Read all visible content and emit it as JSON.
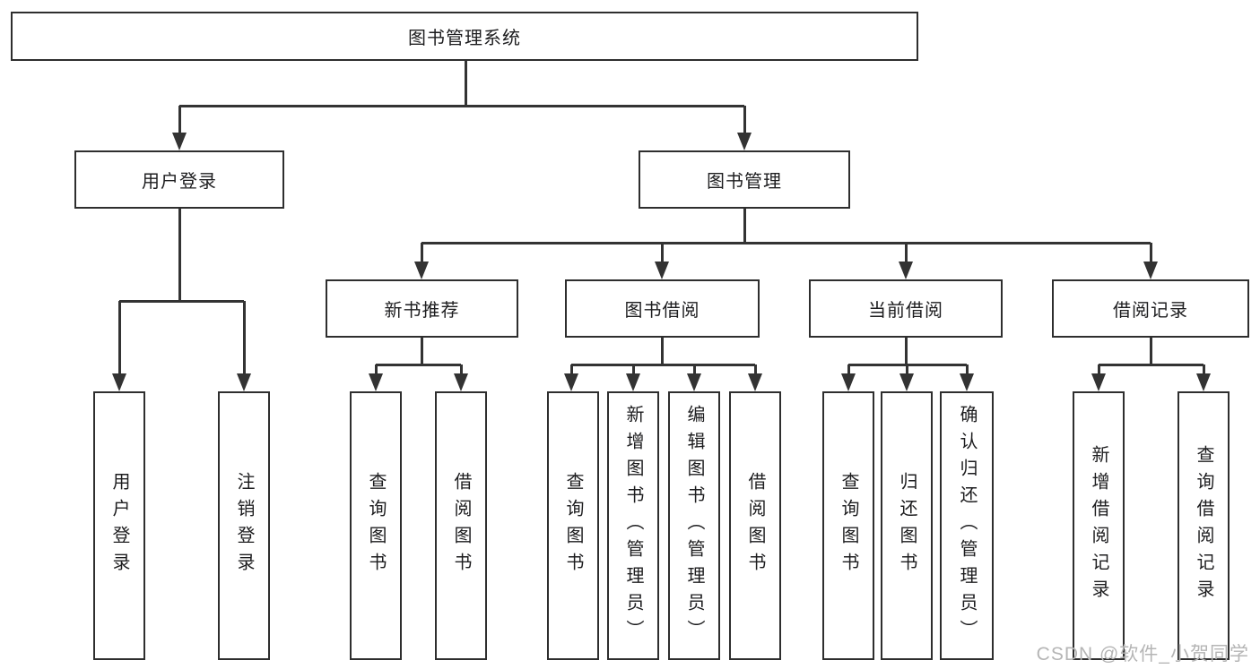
{
  "diagram": {
    "root": {
      "label": "图书管理系统"
    },
    "level2": [
      {
        "label": "用户登录"
      },
      {
        "label": "图书管理"
      }
    ],
    "level3": [
      {
        "label": "新书推荐"
      },
      {
        "label": "图书借阅"
      },
      {
        "label": "当前借阅"
      },
      {
        "label": "借阅记录"
      }
    ],
    "children": {
      "user_login": [
        {
          "label": "用户登录"
        },
        {
          "label": "注销登录"
        }
      ],
      "new_book_recommend": [
        {
          "label": "查询图书"
        },
        {
          "label": "借阅图书"
        }
      ],
      "book_borrowing": [
        {
          "label": "查询图书"
        },
        {
          "label": "新增图书（管理员）"
        },
        {
          "label": "编辑图书（管理员）"
        },
        {
          "label": "借阅图书"
        }
      ],
      "current_borrowing": [
        {
          "label": "查询图书"
        },
        {
          "label": "归还图书"
        },
        {
          "label": "确认归还（管理员）"
        }
      ],
      "borrowing_records": [
        {
          "label": "新增借阅记录"
        },
        {
          "label": "查询借阅记录"
        }
      ]
    }
  },
  "watermark": {
    "text": "CSDN @软件_小贺同学",
    "color": "#b5b5b5"
  },
  "colors": {
    "line": "#333333",
    "box_border": "#2e2e2e",
    "text": "#1d1d1f",
    "background": "#ffffff"
  }
}
